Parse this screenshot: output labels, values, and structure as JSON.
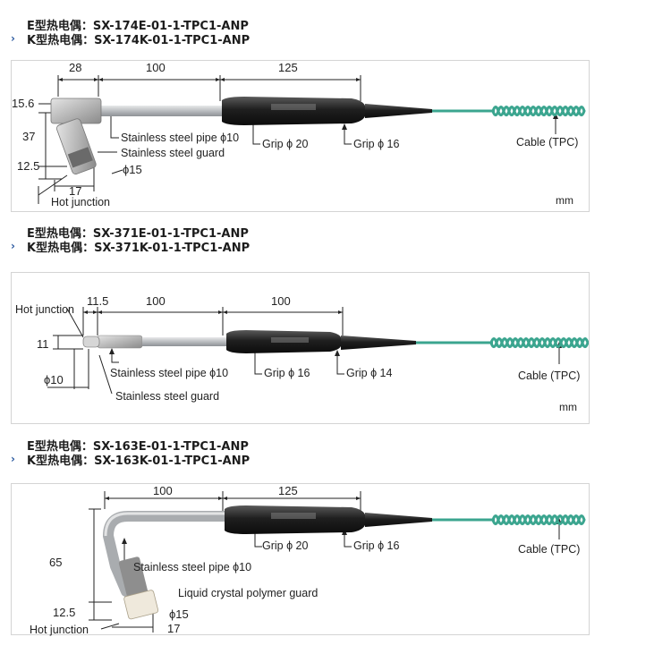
{
  "sections": [
    {
      "title_e": "E型热电偶：SX-174E-01-1-TPC1-ANP",
      "title_k": "K型热电偶：SX-174K-01-1-TPC1-ANP",
      "dims": {
        "d1": "28",
        "d2": "100",
        "d3": "125",
        "d4": "15.6",
        "d5": "37",
        "d6": "12.5",
        "d7": "17",
        "d8": "ϕ15"
      },
      "labels": {
        "pipe": "Stainless steel pipe ϕ10",
        "guard": "Stainless steel guard",
        "grip1": "Grip ϕ 20",
        "grip2": "Grip ϕ 16",
        "cable": "Cable (TPC)",
        "hot": "Hot junction",
        "unit": "mm"
      }
    },
    {
      "title_e": "E型热电偶：SX-371E-01-1-TPC1-ANP",
      "title_k": "K型热电偶：SX-371K-01-1-TPC1-ANP",
      "dims": {
        "d1": "11.5",
        "d2": "100",
        "d3": "100",
        "d4": "11",
        "d5": "ϕ10"
      },
      "labels": {
        "hot": "Hot junction",
        "pipe": "Stainless steel pipe ϕ10",
        "guard": "Stainless steel guard",
        "grip1": "Grip ϕ 16",
        "grip2": "Grip ϕ 14",
        "cable": "Cable (TPC)",
        "unit": "mm"
      }
    },
    {
      "title_e": "E型热电偶：SX-163E-01-1-TPC1-ANP",
      "title_k": "K型热电偶：SX-163K-01-1-TPC1-ANP",
      "dims": {
        "d1": "100",
        "d2": "125",
        "d3": "65",
        "d4": "12.5",
        "d5": "ϕ15",
        "d6": "17"
      },
      "labels": {
        "pipe": "Stainless steel pipe ϕ10",
        "guard": "Liquid crystal polymer guard",
        "grip1": "Grip ϕ 20",
        "grip2": "Grip ϕ 16",
        "cable": "Cable (TPC)",
        "hot": "Hot junction"
      }
    }
  ],
  "colors": {
    "cable": "#3ba58f",
    "grip": "#2a2a2a",
    "pipe": "#c9cbcd",
    "accent": "#2c5aa0"
  }
}
